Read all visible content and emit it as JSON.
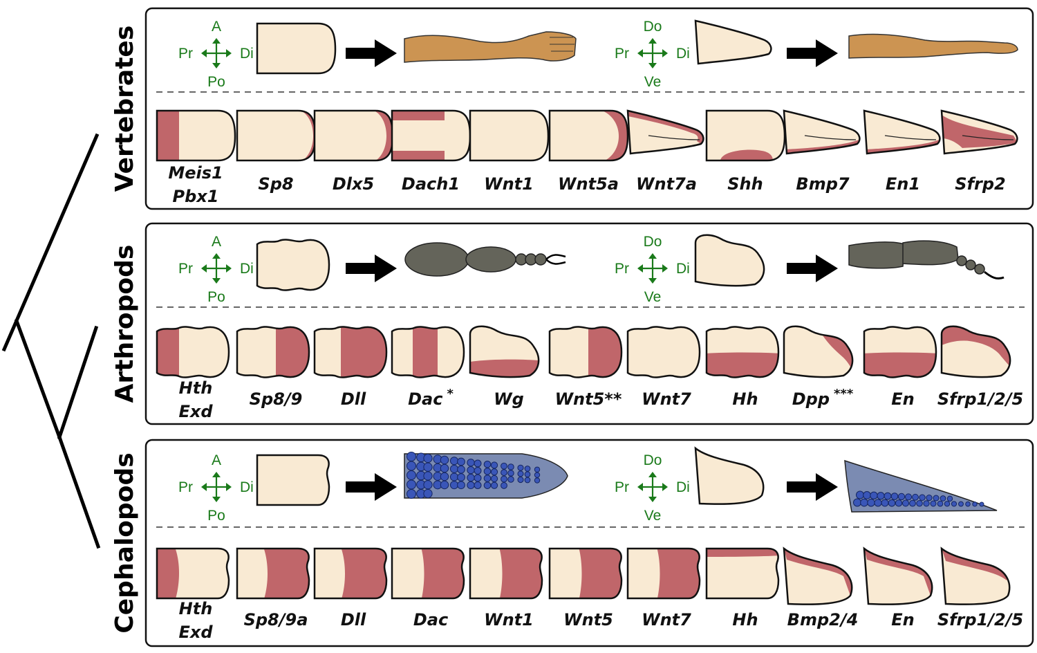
{
  "colors": {
    "tissue": "#f9ead3",
    "expression": "#c0666a",
    "axis": "#1a7a1a",
    "vertebrate_limb": "#cc9452",
    "arthropod_limb": "#64645a",
    "cephalopod_arm": "#7b8bb2",
    "sucker": "#3a56b8"
  },
  "axes_ap": {
    "top": "A",
    "left": "Pr",
    "right": "Di",
    "bottom": "Po"
  },
  "axes_dv": {
    "top": "Do",
    "left": "Pr",
    "right": "Di",
    "bottom": "Ve"
  },
  "groups": [
    {
      "name": "Vertebrates",
      "icon_ap": "vertebrate-arm-icon",
      "icon_dv": "vertebrate-arm-side-icon",
      "genes": [
        {
          "label": "Meis1",
          "label2": "Pbx1"
        },
        {
          "label": "Sp8"
        },
        {
          "label": "Dlx5"
        },
        {
          "label": "Dach1"
        },
        {
          "label": "Wnt1"
        },
        {
          "label": "Wnt5a"
        },
        {
          "label": "Wnt7a"
        },
        {
          "label": "Shh"
        },
        {
          "label": "Bmp7"
        },
        {
          "label": "En1"
        },
        {
          "label": "Sfrp2"
        }
      ]
    },
    {
      "name": "Arthropods",
      "icon_ap": "arthropod-leg-icon",
      "icon_dv": "arthropod-leg-side-icon",
      "genes": [
        {
          "label": "Hth",
          "label2": "Exd"
        },
        {
          "label": "Sp8/9"
        },
        {
          "label": "Dll"
        },
        {
          "label": "Dac",
          "sup": "*"
        },
        {
          "label": "Wg"
        },
        {
          "label": "Wnt5**"
        },
        {
          "label": "Wnt7"
        },
        {
          "label": "Hh"
        },
        {
          "label": "Dpp",
          "sup": "***"
        },
        {
          "label": "En"
        },
        {
          "label": "Sfrp1/2/5"
        }
      ]
    },
    {
      "name": "Cephalopods",
      "icon_ap": "cephalopod-arm-icon",
      "icon_dv": "cephalopod-arm-side-icon",
      "genes": [
        {
          "label": "Hth",
          "label2": "Exd"
        },
        {
          "label": "Sp8/9a"
        },
        {
          "label": "Dll"
        },
        {
          "label": "Dac"
        },
        {
          "label": "Wnt1"
        },
        {
          "label": "Wnt5"
        },
        {
          "label": "Wnt7"
        },
        {
          "label": "Hh"
        },
        {
          "label": "Bmp2/4"
        },
        {
          "label": "En"
        },
        {
          "label": "Sfrp1/2/5"
        }
      ]
    }
  ]
}
